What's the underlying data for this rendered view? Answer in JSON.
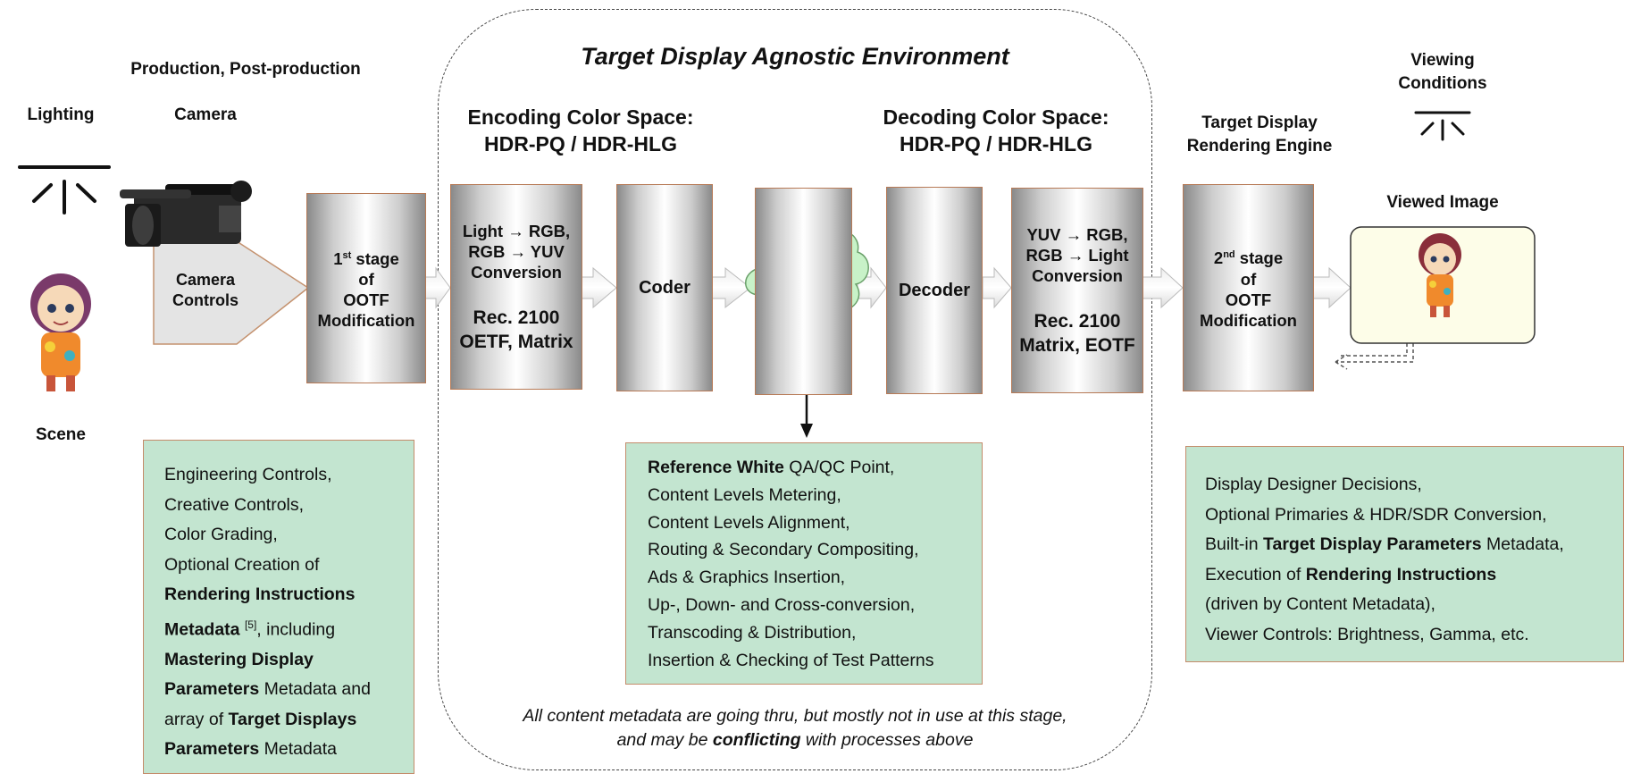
{
  "title": "Target Display Agnostic Environment",
  "labels": {
    "production": "Production, Post-production",
    "lighting": "Lighting",
    "camera": "Camera",
    "scene": "Scene",
    "camera_controls_1": "Camera",
    "camera_controls_2": "Controls",
    "viewing_conditions_1": "Viewing",
    "viewing_conditions_2": "Conditions",
    "target_engine_1": "Target Display",
    "target_engine_2": "Rendering Engine",
    "viewed_image": "Viewed Image"
  },
  "encoding": {
    "line1": "Encoding Color Space:",
    "line2": "HDR-PQ / HDR-HLG"
  },
  "decoding": {
    "line1": "Decoding Color Space:",
    "line2": "HDR-PQ / HDR-HLG"
  },
  "boxes": {
    "ootf1": {
      "l1": "1",
      "sup": "st",
      "l1b": " stage",
      "l2": "of",
      "l3": "OOTF",
      "l4": "Modification"
    },
    "light_rgb": {
      "l1": "Light → RGB,",
      "l2": "RGB → YUV",
      "l3": "Conversion",
      "l4": "Rec. 2100",
      "l5": "OETF, Matrix"
    },
    "coder": "Coder",
    "decoder": "Decoder",
    "yuv_rgb": {
      "l1": "YUV → RGB,",
      "l2": "RGB → Light",
      "l3": "Conversion",
      "l4": "Rec. 2100",
      "l5": "Matrix, EOTF"
    },
    "ootf2": {
      "l1": "2",
      "sup": "nd",
      "l1b": " stage",
      "l2": "of",
      "l3": "OOTF",
      "l4": "Modification"
    }
  },
  "notes": {
    "left": {
      "l1": "Engineering Controls,",
      "l2": "Creative Controls,",
      "l3": "Color Grading,",
      "l4": "Optional Creation of",
      "l5": "Rendering Instructions",
      "l6a": "Metadata",
      "l6sup": "[5]",
      "l6b": ", including",
      "l7": "Mastering Display",
      "l8a": "Parameters",
      "l8b": " Metadata  and",
      "l9a": "array of ",
      "l9b": "Target Displays",
      "l10a": "Parameters",
      "l10b": " Metadata"
    },
    "middle": {
      "l1a": "Reference White",
      "l1b": " QA/QC Point,",
      "l2": "Content Levels Metering,",
      "l3": "Content Levels Alignment,",
      "l4": "Routing & Secondary Compositing,",
      "l5": "Ads & Graphics Insertion,",
      "l6": "Up-, Down- and Cross-conversion,",
      "l7": "Transcoding & Distribution,",
      "l8": "Insertion & Checking of Test Patterns"
    },
    "right": {
      "l1": "Display Designer Decisions,",
      "l2": "Optional Primaries & HDR/SDR Conversion,",
      "l3a": "Built-in ",
      "l3b": "Target Display Parameters",
      "l3c": " Metadata,",
      "l4a": "Execution of  ",
      "l4b": "Rendering Instructions",
      "l5": "(driven by Content Metadata),",
      "l6": "Viewer Controls: Brightness, Gamma, etc."
    }
  },
  "bottom_note": {
    "l1": "All content metadata are going thru, but mostly not in use at this stage,",
    "l2a": "and may be ",
    "l2b": "conflicting",
    "l2c": " with processes above"
  }
}
